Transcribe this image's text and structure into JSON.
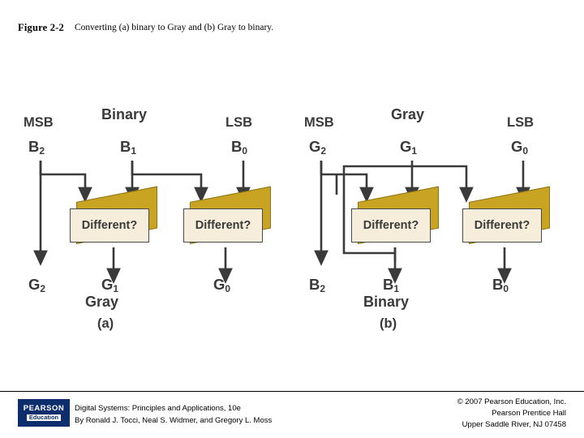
{
  "header": {
    "figure_label": "Figure 2-2",
    "caption": "Converting (a) binary to Gray and (b) Gray to binary."
  },
  "diagram": {
    "panel_a": {
      "sublabel": "(a)",
      "top_title": "Binary",
      "bottom_title": "Gray",
      "msb_label": "MSB",
      "lsb_label": "LSB",
      "top_vars": [
        {
          "name": "B",
          "sub": "2"
        },
        {
          "name": "B",
          "sub": "1"
        },
        {
          "name": "B",
          "sub": "0"
        }
      ],
      "bottom_vars": [
        {
          "name": "G",
          "sub": "2"
        },
        {
          "name": "G",
          "sub": "1"
        },
        {
          "name": "G",
          "sub": "0"
        }
      ],
      "boxes": [
        {
          "label": "Different?"
        },
        {
          "label": "Different?"
        }
      ]
    },
    "panel_b": {
      "sublabel": "(b)",
      "top_title": "Gray",
      "bottom_title": "Binary",
      "msb_label": "MSB",
      "lsb_label": "LSB",
      "top_vars": [
        {
          "name": "G",
          "sub": "2"
        },
        {
          "name": "G",
          "sub": "1"
        },
        {
          "name": "G",
          "sub": "0"
        }
      ],
      "bottom_vars": [
        {
          "name": "B",
          "sub": "2"
        },
        {
          "name": "B",
          "sub": "1"
        },
        {
          "name": "B",
          "sub": "0"
        }
      ],
      "boxes": [
        {
          "label": "Different?"
        },
        {
          "label": "Different?"
        }
      ]
    },
    "colors": {
      "box_face": "#f6eedb",
      "box_side": "#c8a422",
      "line": "#3a3a3a",
      "text": "#3a3a3a"
    }
  },
  "footer": {
    "logo_line1": "PEARSON",
    "logo_line2": "Education",
    "book_line1": "Digital Systems: Principles and Applications, 10e",
    "book_line2": "By Ronald J. Tocci, Neal S. Widmer, and Gregory L. Moss",
    "copyright_line1": "© 2007 Pearson Education, Inc.",
    "copyright_line2": "Pearson Prentice Hall",
    "copyright_line3": "Upper Saddle River, NJ 07458"
  }
}
